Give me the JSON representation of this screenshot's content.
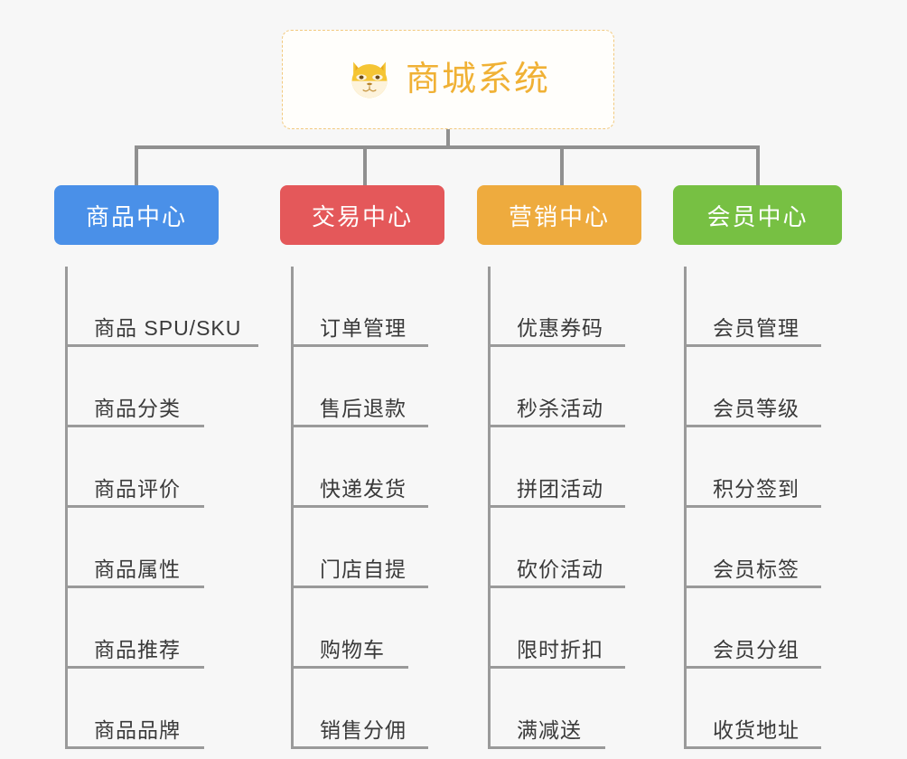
{
  "background_color": "#f7f7f7",
  "root": {
    "title": "商城系统",
    "icon": "shiba-dog-icon",
    "text_color": "#f0b135",
    "border_color": "#f2c97d",
    "background": "#fffefb"
  },
  "connector_color": "#909090",
  "columns": [
    {
      "header": "商品中心",
      "color": "#4a90e8",
      "items": [
        "商品 SPU/SKU",
        "商品分类",
        "商品评价",
        "商品属性",
        "商品推荐",
        "商品品牌"
      ]
    },
    {
      "header": "交易中心",
      "color": "#e4585a",
      "items": [
        "订单管理",
        "售后退款",
        "快递发货",
        "门店自提",
        "购物车",
        "销售分佣"
      ]
    },
    {
      "header": "营销中心",
      "color": "#eeab3e",
      "items": [
        "优惠券码",
        "秒杀活动",
        "拼团活动",
        "砍价活动",
        "限时折扣",
        "满减送"
      ]
    },
    {
      "header": "会员中心",
      "color": "#77c043",
      "items": [
        "会员管理",
        "会员等级",
        "积分签到",
        "会员标签",
        "会员分组",
        "收货地址"
      ]
    }
  ]
}
